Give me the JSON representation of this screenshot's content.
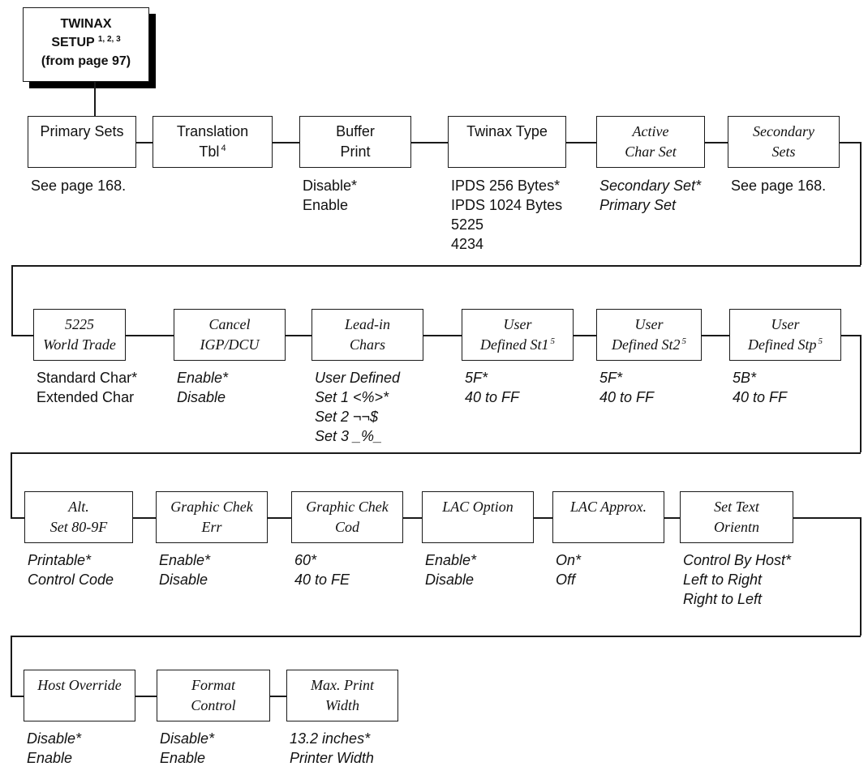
{
  "root": {
    "line1": "TWINAX",
    "line2": "SETUP",
    "line2_sup": "1, 2, 3",
    "line3": "(from page 97)"
  },
  "rows": [
    {
      "menus": [
        {
          "label_lines": [
            "Primary Sets"
          ],
          "sup": "",
          "italic": false,
          "options": [
            "See page 168."
          ],
          "options_italic": false
        },
        {
          "label_lines": [
            "Translation",
            "Tbl"
          ],
          "sup": "4",
          "italic": false,
          "options": [],
          "options_italic": false
        },
        {
          "label_lines": [
            "Buffer",
            "Print"
          ],
          "sup": "",
          "italic": false,
          "options": [
            "Disable*",
            "Enable"
          ],
          "options_italic": false
        },
        {
          "label_lines": [
            "Twinax Type"
          ],
          "sup": "",
          "italic": false,
          "options": [
            "IPDS 256 Bytes*",
            "IPDS 1024 Bytes",
            "5225",
            "4234"
          ],
          "options_italic": false
        },
        {
          "label_lines": [
            "Active",
            "Char Set"
          ],
          "sup": "",
          "italic": true,
          "options": [
            "Secondary Set*",
            "Primary Set"
          ],
          "options_italic": true
        },
        {
          "label_lines": [
            "Secondary",
            "Sets"
          ],
          "sup": "",
          "italic": true,
          "options": [
            "See page 168."
          ],
          "options_italic": false
        }
      ]
    },
    {
      "menus": [
        {
          "label_lines": [
            "5225",
            "World Trade"
          ],
          "sup": "",
          "italic": true,
          "options": [
            "Standard Char*",
            "Extended Char"
          ],
          "options_italic": false
        },
        {
          "label_lines": [
            "Cancel",
            "IGP/DCU"
          ],
          "sup": "",
          "italic": true,
          "options": [
            "Enable*",
            "Disable"
          ],
          "options_italic": true
        },
        {
          "label_lines": [
            "Lead-in",
            "Chars"
          ],
          "sup": "",
          "italic": true,
          "options": [
            "User Defined",
            "Set 1 <%>*",
            "Set 2 ¬¬$",
            "Set 3 _%_"
          ],
          "options_italic": true
        },
        {
          "label_lines": [
            "User",
            "Defined St1"
          ],
          "sup": "5",
          "italic": true,
          "options": [
            "5F*",
            "40 to FF"
          ],
          "options_italic": true
        },
        {
          "label_lines": [
            "User",
            "Defined St2"
          ],
          "sup": "5",
          "italic": true,
          "options": [
            "5F*",
            "40 to FF"
          ],
          "options_italic": true
        },
        {
          "label_lines": [
            "User",
            "Defined Stp"
          ],
          "sup": "5",
          "italic": true,
          "options": [
            "5B*",
            "40 to FF"
          ],
          "options_italic": true
        }
      ]
    },
    {
      "menus": [
        {
          "label_lines": [
            "Alt.",
            "Set 80-9F"
          ],
          "sup": "",
          "italic": true,
          "options": [
            "Printable*",
            "Control Code"
          ],
          "options_italic": true
        },
        {
          "label_lines": [
            "Graphic Chek",
            "Err"
          ],
          "sup": "",
          "italic": true,
          "options": [
            "Enable*",
            "Disable"
          ],
          "options_italic": true
        },
        {
          "label_lines": [
            "Graphic Chek",
            "Cod"
          ],
          "sup": "",
          "italic": true,
          "options": [
            "60*",
            "40 to FE"
          ],
          "options_italic": true
        },
        {
          "label_lines": [
            "LAC Option"
          ],
          "sup": "",
          "italic": true,
          "options": [
            "Enable*",
            "Disable"
          ],
          "options_italic": true
        },
        {
          "label_lines": [
            "LAC Approx."
          ],
          "sup": "",
          "italic": true,
          "options": [
            "On*",
            "Off"
          ],
          "options_italic": true
        },
        {
          "label_lines": [
            "Set Text",
            "Orientn"
          ],
          "sup": "",
          "italic": true,
          "options": [
            "Control By Host*",
            "Left to Right",
            "Right to Left"
          ],
          "options_italic": true
        }
      ]
    },
    {
      "menus": [
        {
          "label_lines": [
            "Host Override"
          ],
          "sup": "",
          "italic": true,
          "options": [
            "Disable*",
            "Enable"
          ],
          "options_italic": true
        },
        {
          "label_lines": [
            "Format",
            "Control"
          ],
          "sup": "",
          "italic": true,
          "options": [
            "Disable*",
            "Enable"
          ],
          "options_italic": true
        },
        {
          "label_lines": [
            "Max. Print",
            "Width"
          ],
          "sup": "",
          "italic": true,
          "options": [
            "13.2 inches*",
            "Printer Width"
          ],
          "options_italic": true
        }
      ]
    }
  ]
}
